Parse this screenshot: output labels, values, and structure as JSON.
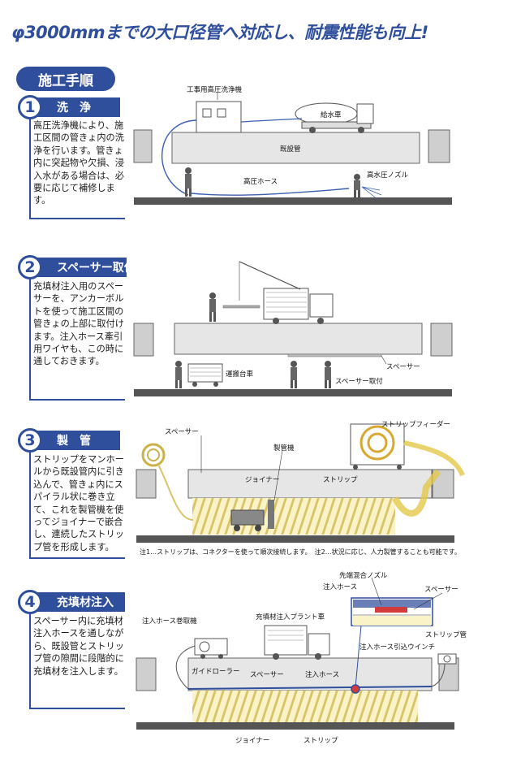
{
  "headline": "φ3000mmまでの大口径管へ対応し、耐震性能も向上!",
  "section_title": "施工手順",
  "steps": [
    {
      "num": "1",
      "title": "洗　浄",
      "text": "高圧洗浄機により、施工区間の管きょ内の洗浄を行います。管きょ内に突起物や欠損、浸入水がある場合は、必要に応じて補修します。"
    },
    {
      "num": "2",
      "title": "スペーサー取付",
      "text": "充填材注入用のスペーサーを、アンカーボルトを使って施工区間の管きょの上部に取付けます。注入ホース牽引用ワイヤも、この時に通しておきます。"
    },
    {
      "num": "3",
      "title": "製　管",
      "text": "ストリップをマンホールから既設管内に引き込んで、管きょ内にスパイラル状に巻き立て、これを製管機を使ってジョイナーで嵌合し、連続したストリップ管を形成します。"
    },
    {
      "num": "4",
      "title": "充填材注入",
      "text": "スペーサー内に充填材注入ホースを通しながら、既設管とストリップ管の隙間に段階的に充填材を注入します。"
    }
  ],
  "diagram1": {
    "washer": "工事用高圧洗浄機",
    "tank": "給水車",
    "pipe": "既設管",
    "hose": "高圧ホース",
    "nozzle": "高水圧ノズル"
  },
  "diagram2": {
    "cart": "運搬台車",
    "spacer": "スペーサー",
    "install": "スペーサー取付"
  },
  "diagram3": {
    "spacer": "スペーサー",
    "feeder": "ストリップフィーダー",
    "machine": "製管機",
    "joiner": "ジョイナー",
    "strip": "ストリップ",
    "note": "注1…ストリップは、コネクターを使って順次接続します。　注2…状況に応じ、人力製管することも可能です。"
  },
  "diagram4": {
    "nozzle": "先端混合ノズル",
    "hose_top": "注入ホース",
    "spacer_top": "スペーサー",
    "strip_pipe": "ストリップ管",
    "reel": "注入ホース巻取機",
    "plant": "充填材注入プラント車",
    "winch": "注入ホース引込ウインチ",
    "guide": "ガイドローラー",
    "spacer": "スペーサー",
    "hose": "注入ホース",
    "joiner": "ジョイナー",
    "strip": "ストリップ"
  }
}
